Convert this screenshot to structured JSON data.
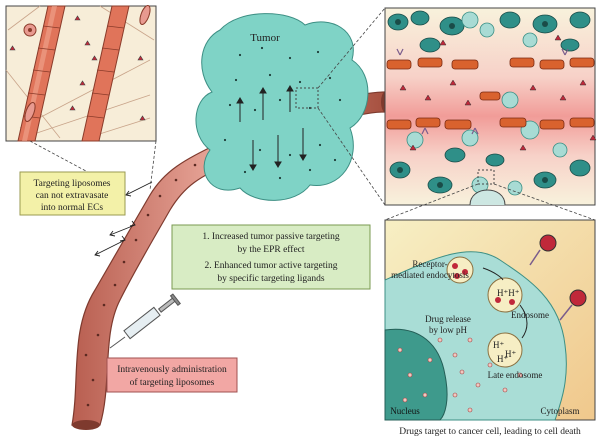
{
  "labels": {
    "tumor": "Tumor",
    "targeting_normal": [
      "Targeting liposomes",
      "can not extravasate",
      "into normal ECs"
    ],
    "epr_effect": [
      "1. Increased tumor passive targeting",
      "by the EPR effect",
      "2. Enhanced tumor active targeting",
      "by specific targeting ligands"
    ],
    "iv_admin": [
      "Intravenously administration",
      "of targeting liposomes"
    ],
    "receptor_endocytosis": [
      "Receptor-",
      "mediated endocytosis"
    ],
    "drug_release": [
      "Drug release",
      "by low pH"
    ],
    "endosome": "Endosome",
    "late_endosome": "Late endosome",
    "nucleus": "Nucleus",
    "cytoplasm": "Cytoplasm",
    "caption": "Drugs target to cancer cell, leading to cell death",
    "h_plus": "H+"
  },
  "colors": {
    "vessel": "#c97868",
    "vessel_dark": "#8e4436",
    "tumor": "#7fd3c6",
    "yellow_box": "#f3f1a8",
    "green_box": "#d8ecc4",
    "pink_box": "#f2a7a4",
    "cell_bg": "#f4e8b0",
    "cytoplasm": "#a9ddd6",
    "nucleus": "#3e9a8c",
    "endosome": "#f6eec4",
    "rbc": "#d9622e",
    "liposome": "#c0283a"
  }
}
